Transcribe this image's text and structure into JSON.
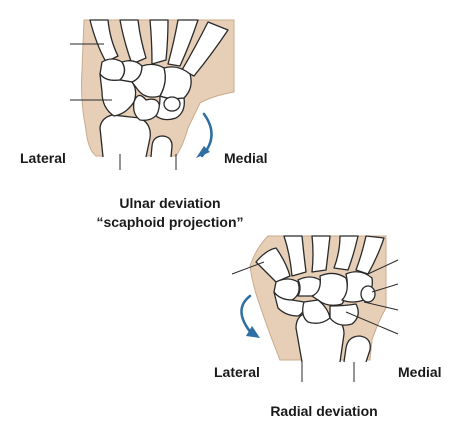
{
  "colors": {
    "skin": "#e6cfb6",
    "skin_edge": "#c9ab8c",
    "bone": "#ffffff",
    "line": "#2a2a2a",
    "arrow": "#2d6ea3"
  },
  "ulnar_view": {
    "lateral_label": "Lateral",
    "medial_label": "Medial",
    "caption_line1": "Ulnar deviation",
    "caption_line2": "“scaphoid projection”",
    "arrow_icon": "curved-arrow-clockwise"
  },
  "radial_view": {
    "lateral_label": "Lateral",
    "medial_label": "Medial",
    "caption": "Radial deviation",
    "arrow_icon": "curved-arrow-clockwise"
  }
}
